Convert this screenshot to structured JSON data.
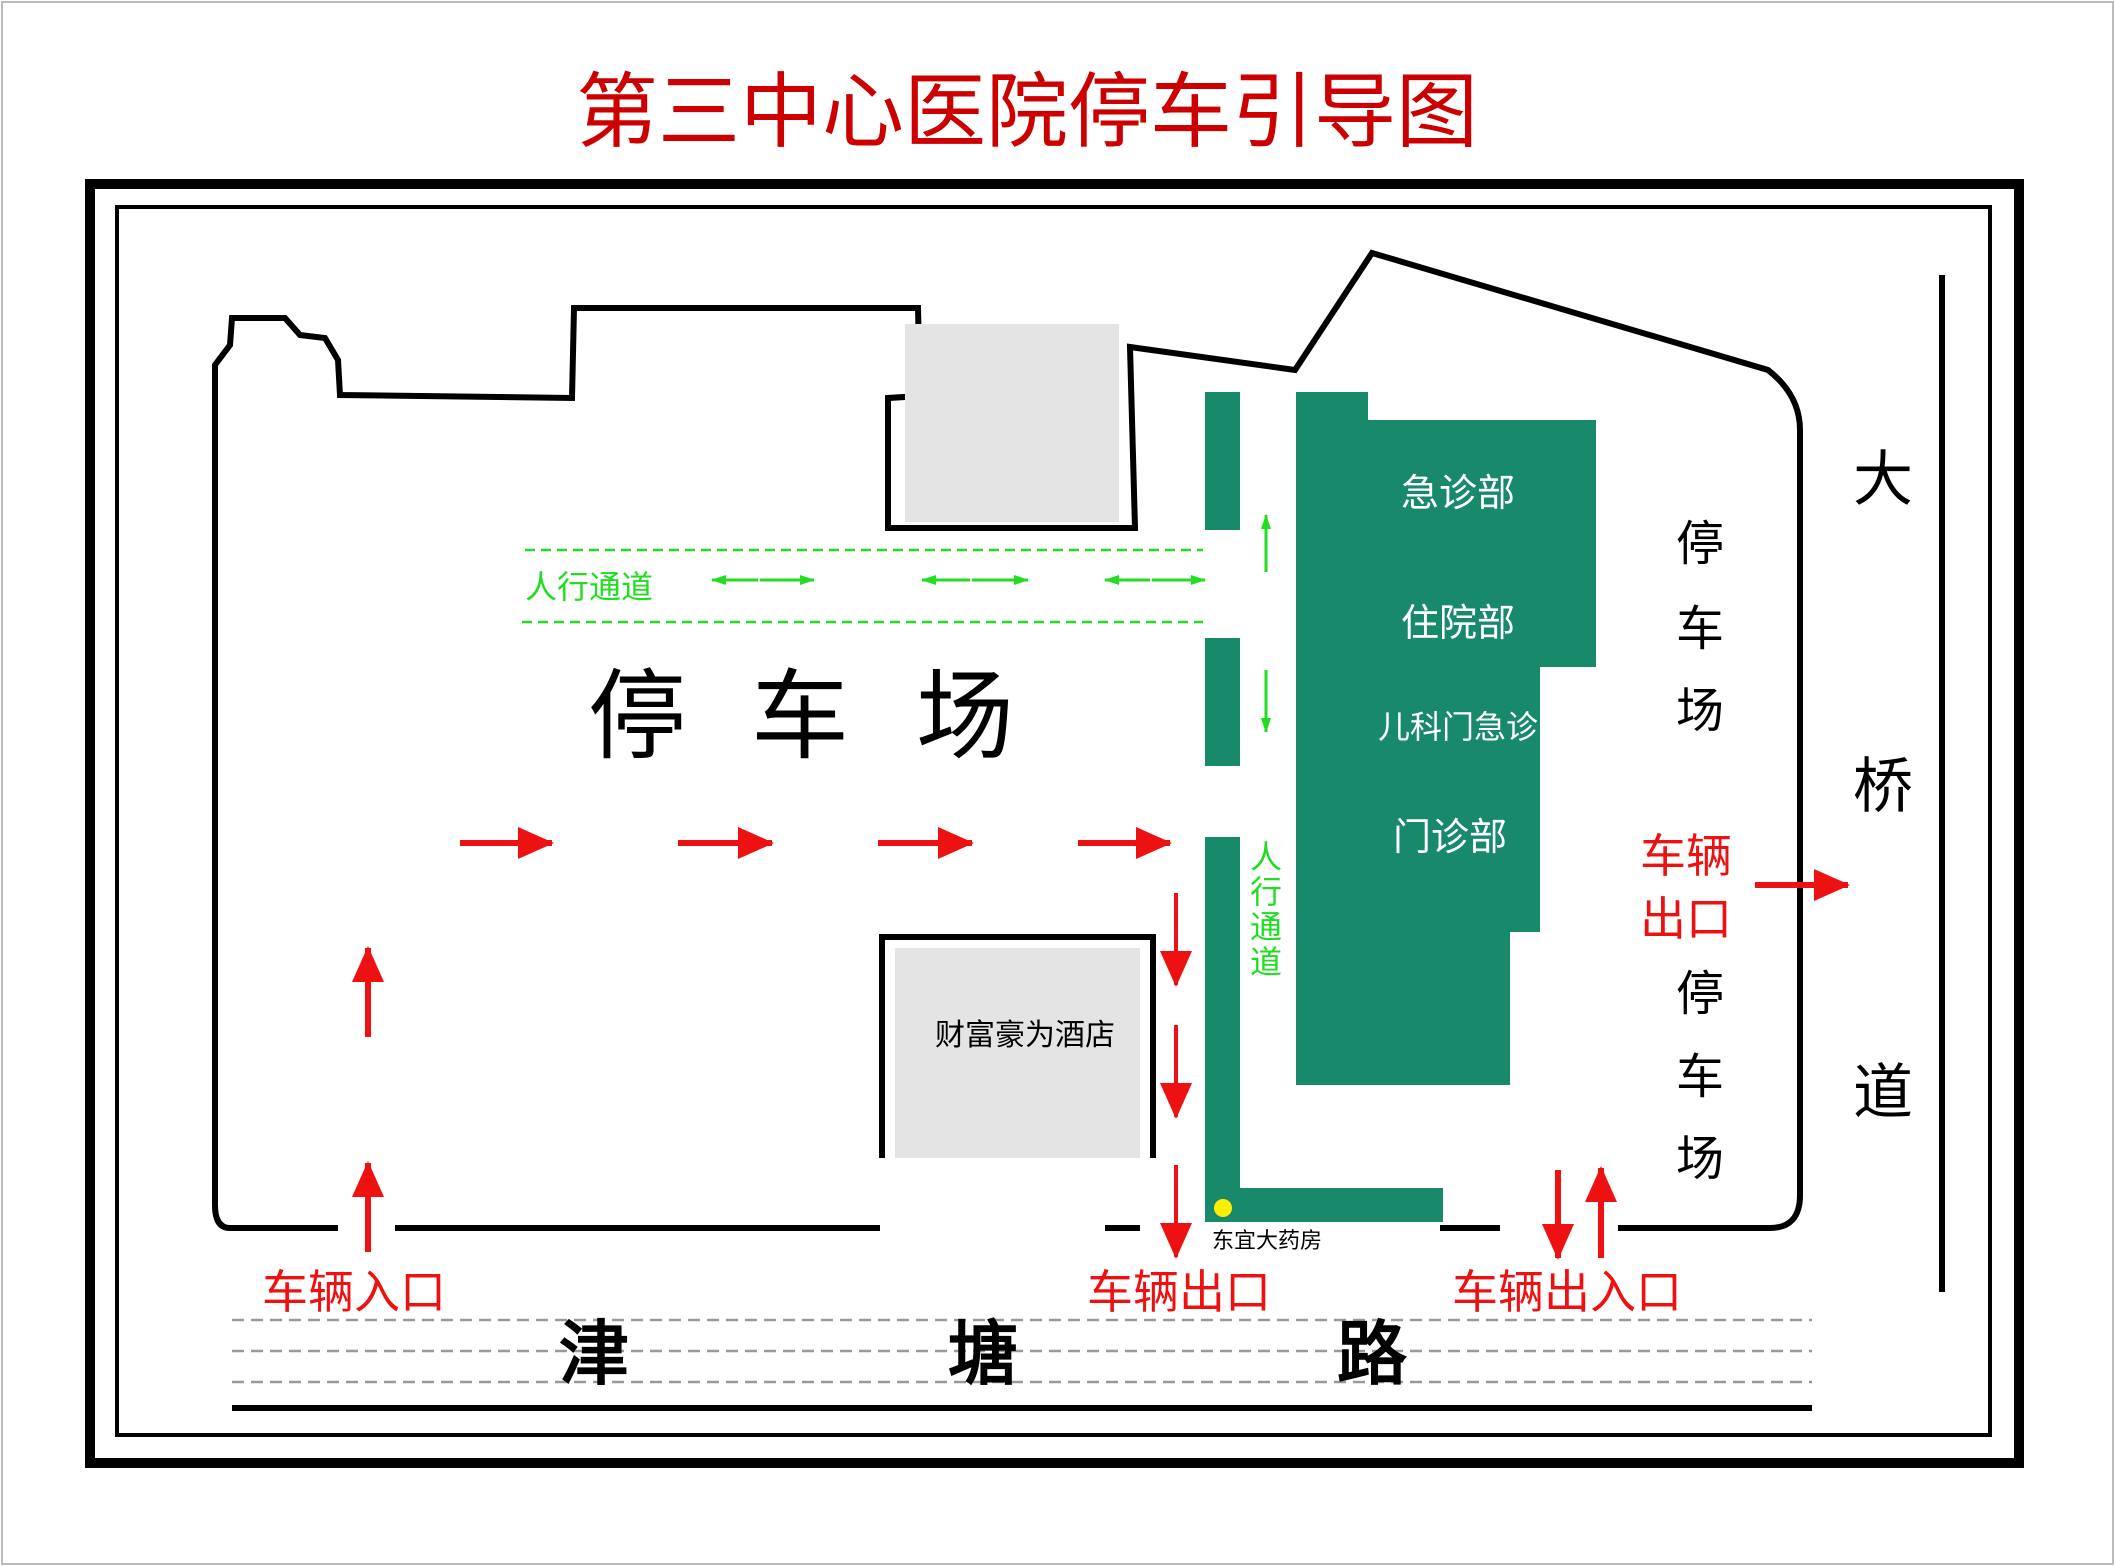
{
  "title": "第三中心医院停车引导图",
  "colors": {
    "title": "#cc0000",
    "building_green": "#188a6b",
    "arrow_red": "#ee1111",
    "walkway_green": "#22dd22",
    "gray_building": "#e4e4e4",
    "marker_yellow": "#ffee00",
    "outline": "#000000"
  },
  "buildings": {
    "emergency": "急诊部",
    "inpatient": "住院部",
    "pediatric_emergency": "儿科门急诊",
    "outpatient": "门诊部",
    "hotel": "财富豪为酒店",
    "pharmacy": "东宜大药房"
  },
  "parking": {
    "main_label": [
      "停",
      "车",
      "场"
    ],
    "east_upper": [
      "停",
      "车",
      "场"
    ],
    "east_lower": [
      "停",
      "车",
      "场"
    ]
  },
  "walkways": {
    "horizontal_label": "人行通道",
    "vertical_label": [
      "人",
      "行",
      "通",
      "道"
    ]
  },
  "roads": {
    "south_road": [
      "津",
      "塘",
      "路"
    ],
    "east_road": [
      "大",
      "桥",
      "道"
    ]
  },
  "gates": {
    "entrance_west": "车辆入口",
    "exit_middle": "车辆出口",
    "entrance_exit_east": "车辆出入口",
    "exit_east_line1": "车辆",
    "exit_east_line2": "出口"
  },
  "icons": {
    "traffic_arrow": "arrow-icon",
    "walkway_arrow": "double-arrow-icon",
    "pharmacy_marker": "location-dot-icon"
  }
}
